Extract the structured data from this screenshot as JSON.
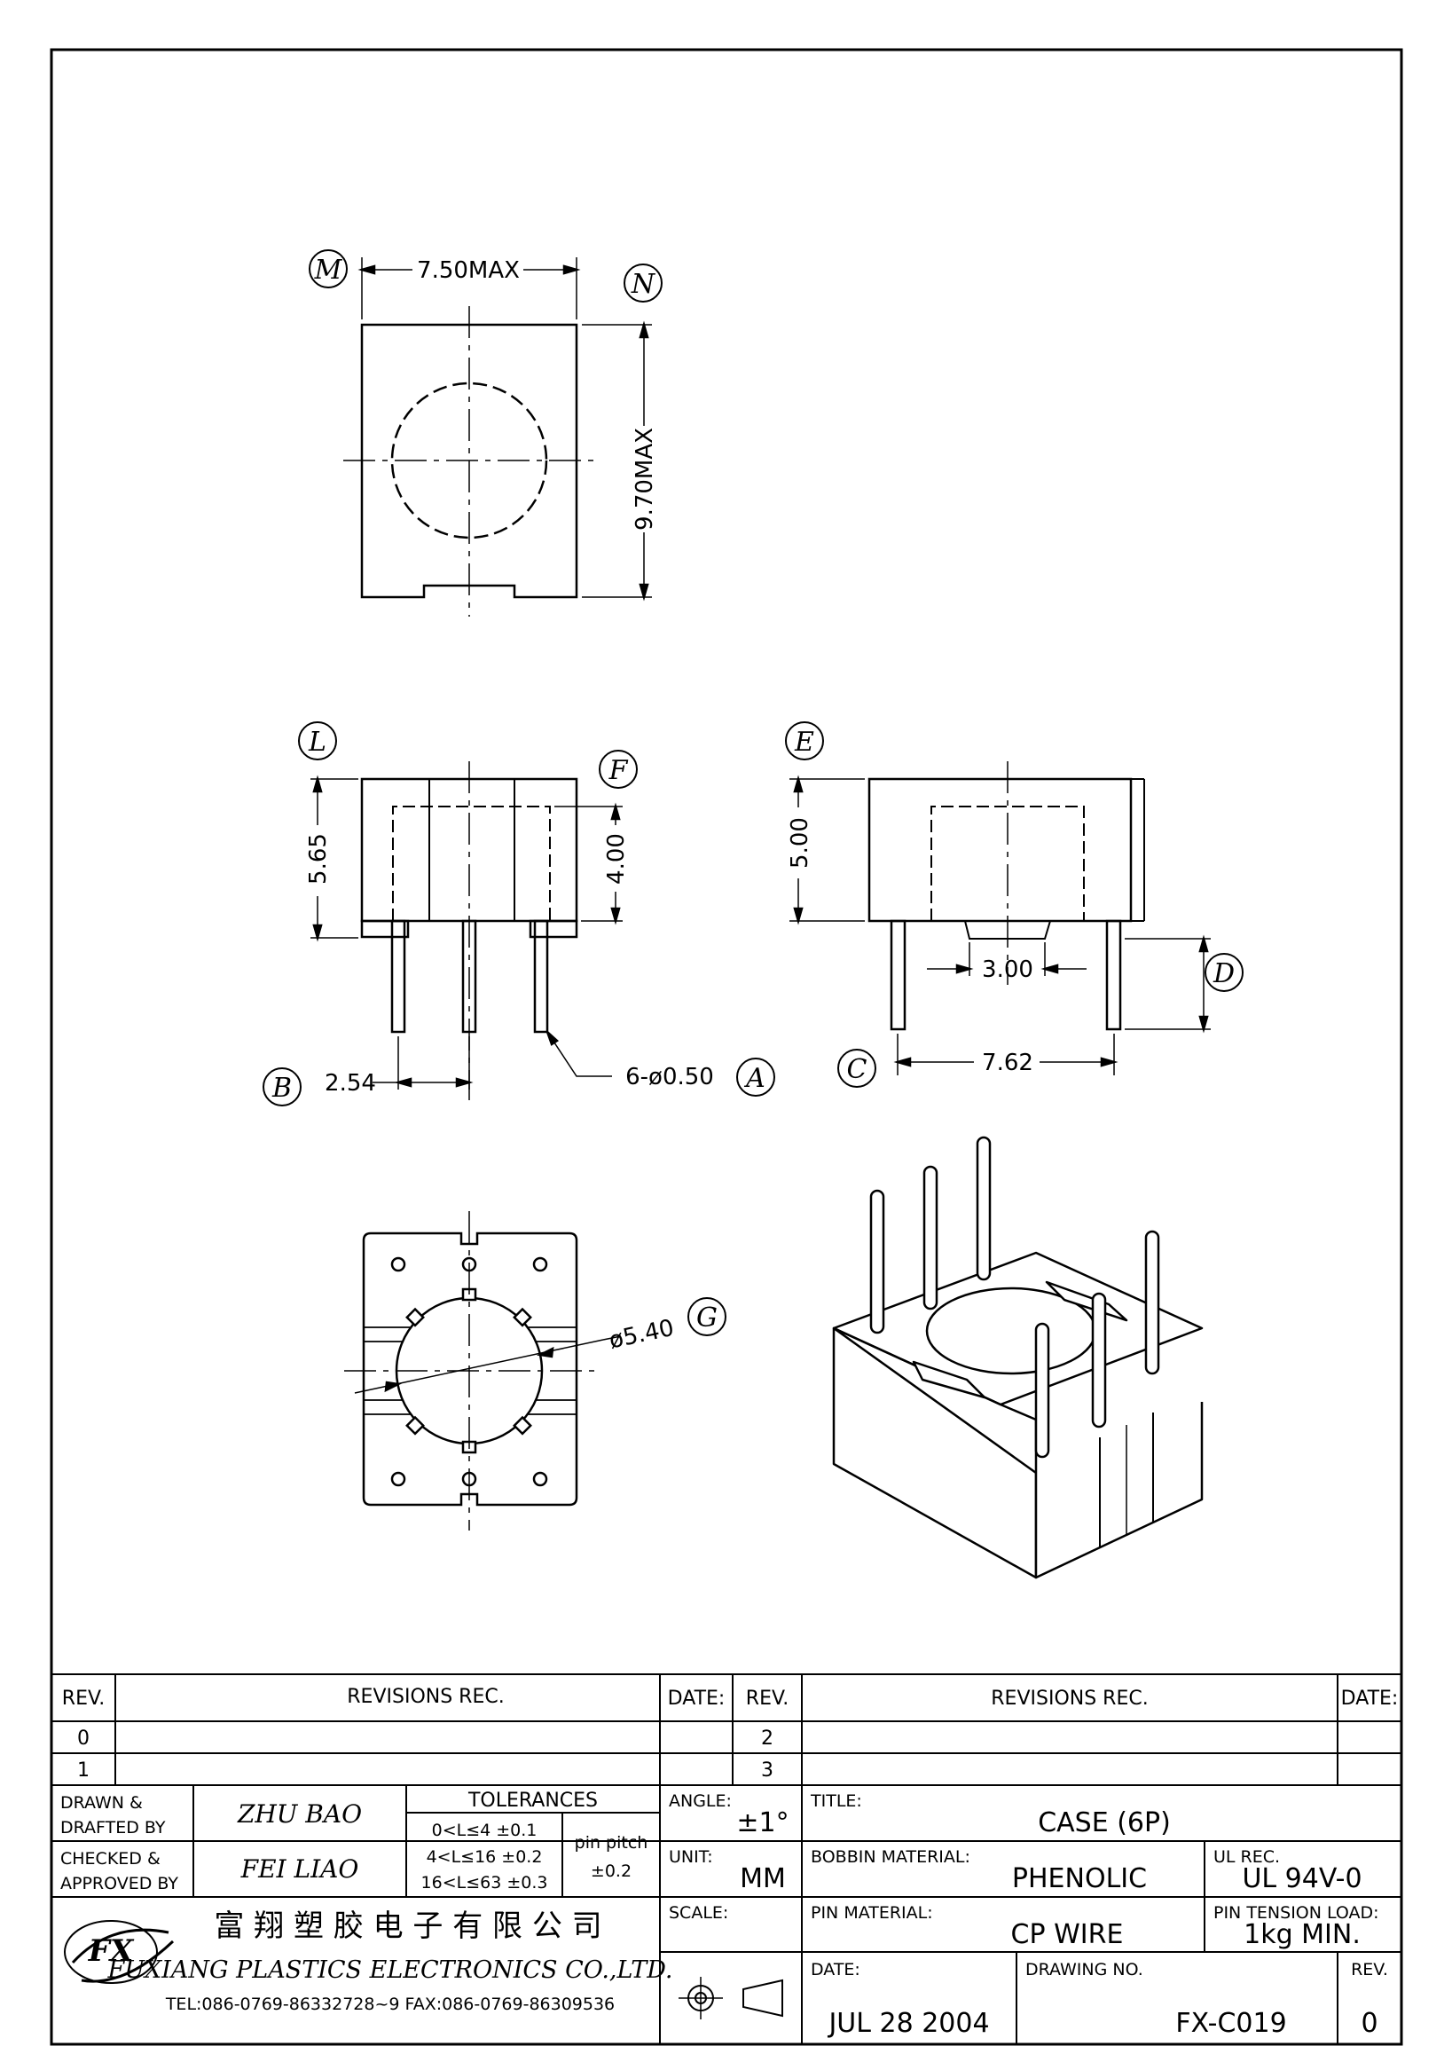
{
  "dimensions": {
    "top_width": "7.50MAX",
    "top_height": "9.70MAX",
    "front_height": "5.65",
    "front_inner_height": "4.00",
    "pin_pitch": "2.54",
    "pin_diameter": "6-ø0.50",
    "side_height": "5.00",
    "side_inner_width": "3.00",
    "pin_length": "D",
    "pin_span": "7.62",
    "hole_diameter": "ø5.40"
  },
  "view_labels": {
    "M": "M",
    "N": "N",
    "L": "L",
    "F": "F",
    "E": "E",
    "D": "D",
    "B": "B",
    "A": "A",
    "C": "C",
    "G": "G"
  },
  "title_block": {
    "rev_header": "REV.",
    "revisions_header": "REVISIONS   REC.",
    "date_header": "DATE:",
    "rev_rows_left": [
      "0",
      "1"
    ],
    "rev_rows_right": [
      "2",
      "3"
    ],
    "drawn_label_1": "DRAWN  &",
    "drawn_label_2": "DRAFTED  BY",
    "drawn_by": "ZHU   BAO",
    "checked_label_1": "CHECKED  &",
    "checked_label_2": "APPROVED  BY",
    "checked_by": "FEI  LIAO",
    "tolerances_header": "TOLERANCES",
    "tol_1": "0<L≤4    ±0.1",
    "tol_2": "4<L≤16  ±0.2",
    "tol_3": "16<L≤63  ±0.3",
    "pin_pitch_label": "pin  pitch",
    "pin_pitch_tol": "±0.2",
    "angle_label": "ANGLE:",
    "angle_value": "±1°",
    "unit_label": "UNIT:",
    "unit_value": "MM",
    "scale_label": "SCALE:",
    "title_label": "TITLE:",
    "title_value": "CASE  (6P)",
    "bobbin_material_label": "BOBBIN  MATERIAL:",
    "bobbin_material_value": "PHENOLIC",
    "ul_rec_label": "UL  REC.",
    "ul_rec_value": "UL  94V-0",
    "pin_material_label": "PIN  MATERIAL:",
    "pin_material_value": "CP  WIRE",
    "pin_tension_label": "PIN  TENSION  LOAD:",
    "pin_tension_value": "1kg  MIN.",
    "date_label": "DATE:",
    "date_value": "JUL    28  2004",
    "drawing_no_label": "DRAWING  NO.",
    "drawing_no_value": "FX-C019",
    "rev_label": "REV.",
    "rev_value": "0",
    "company_cn": "富 翔 塑 胶 电 子 有 限 公 司",
    "company_en": "FUXIANG  PLASTICS  ELECTRONICS  CO.,LTD.",
    "contact": "TEL:086-0769-86332728~9  FAX:086-0769-86309536"
  }
}
